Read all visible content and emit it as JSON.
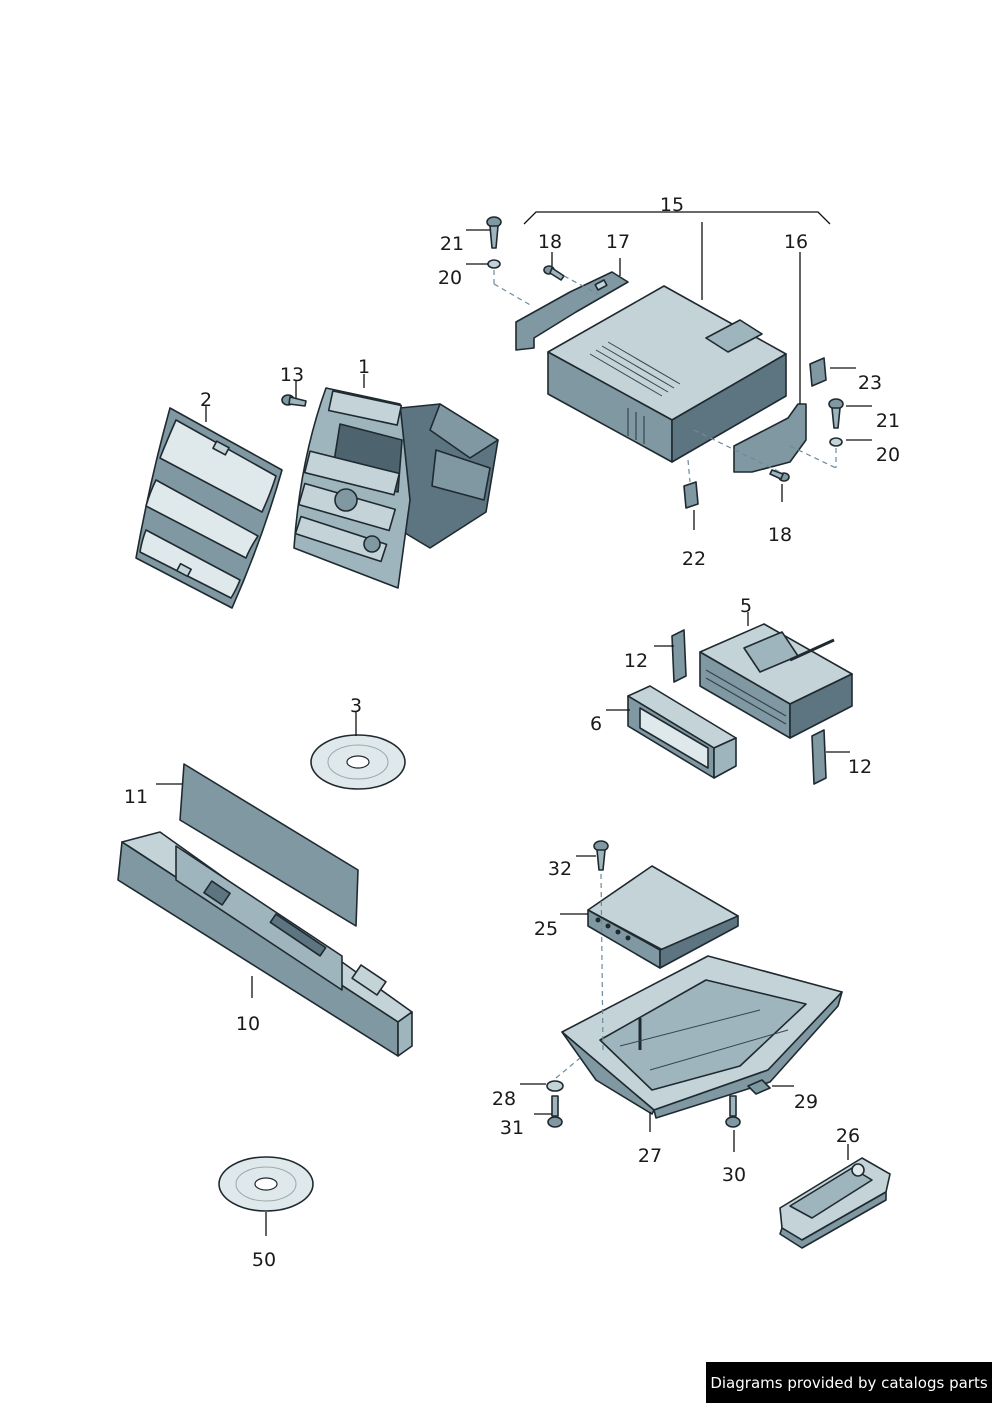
{
  "labels": {
    "p1": "1",
    "p2": "2",
    "p3": "3",
    "p5": "5",
    "p6": "6",
    "p10": "10",
    "p11": "11",
    "p12a": "12",
    "p12b": "12",
    "p13": "13",
    "p15": "15",
    "p16": "16",
    "p17": "17",
    "p18a": "18",
    "p18b": "18",
    "p20a": "20",
    "p20b": "20",
    "p21a": "21",
    "p21b": "21",
    "p22": "22",
    "p23": "23",
    "p25": "25",
    "p26": "26",
    "p27": "27",
    "p28": "28",
    "p29": "29",
    "p30": "30",
    "p31": "31",
    "p32": "32",
    "p50": "50"
  },
  "credit": "Diagrams provided by catalogs parts",
  "colors": {
    "part_light": "#9fb5bd",
    "part_mid": "#7f98a2",
    "part_dark": "#5d7580",
    "outline": "#1f2a30",
    "credit_bg": "#000000"
  }
}
